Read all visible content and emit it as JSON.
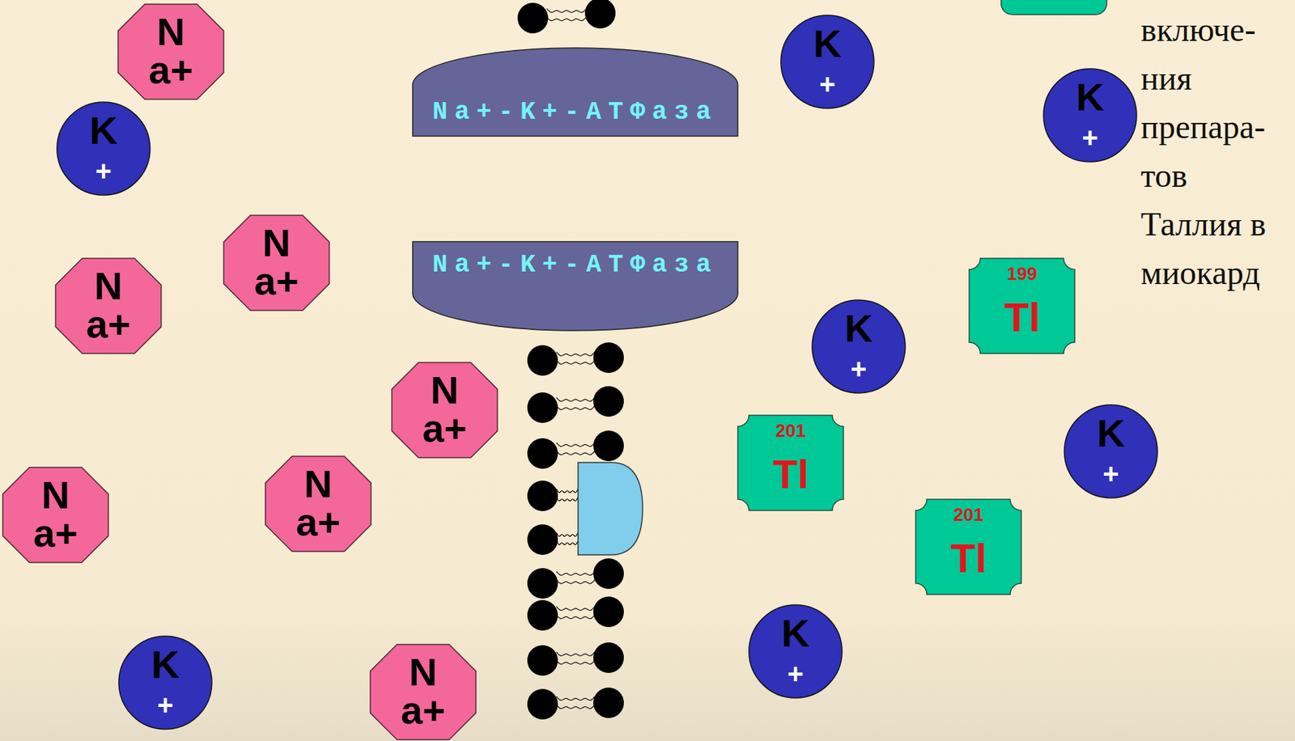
{
  "diagram": {
    "nodes": [
      {
        "text": [
          "N a+"
        ]
      },
      {
        "text": [
          "K +"
        ]
      },
      {
        "text": [
          "Na+-K+-АТФаза"
        ]
      },
      {
        "text": [
          "K +"
        ]
      },
      {
        "text": [
          "K +"
        ]
      },
      {
        "text": [
          "N a+"
        ]
      },
      {
        "text": [
          "Na+-K+-АТФаза"
        ]
      },
      {
        "text": [
          "N a+"
        ]
      },
      {
        "text": [
          "199",
          "Tl"
        ]
      },
      {
        "text": [
          "K +"
        ]
      },
      {
        "text": [
          "N a+"
        ]
      },
      {
        "text": [
          "K +"
        ]
      },
      {
        "text": [
          "201",
          "Tl"
        ]
      },
      {
        "text": [
          "N a+"
        ]
      },
      {
        "text": [
          "N a+"
        ]
      },
      {
        "text": [
          "201",
          "Tl"
        ]
      },
      {
        "text": [
          "K +"
        ]
      },
      {
        "text": [
          "K +"
        ]
      },
      {
        "text": [
          "N a+"
        ]
      }
    ],
    "labels": [
      "включе- ния препара- тов Таллия в миокард"
    ]
  }
}
